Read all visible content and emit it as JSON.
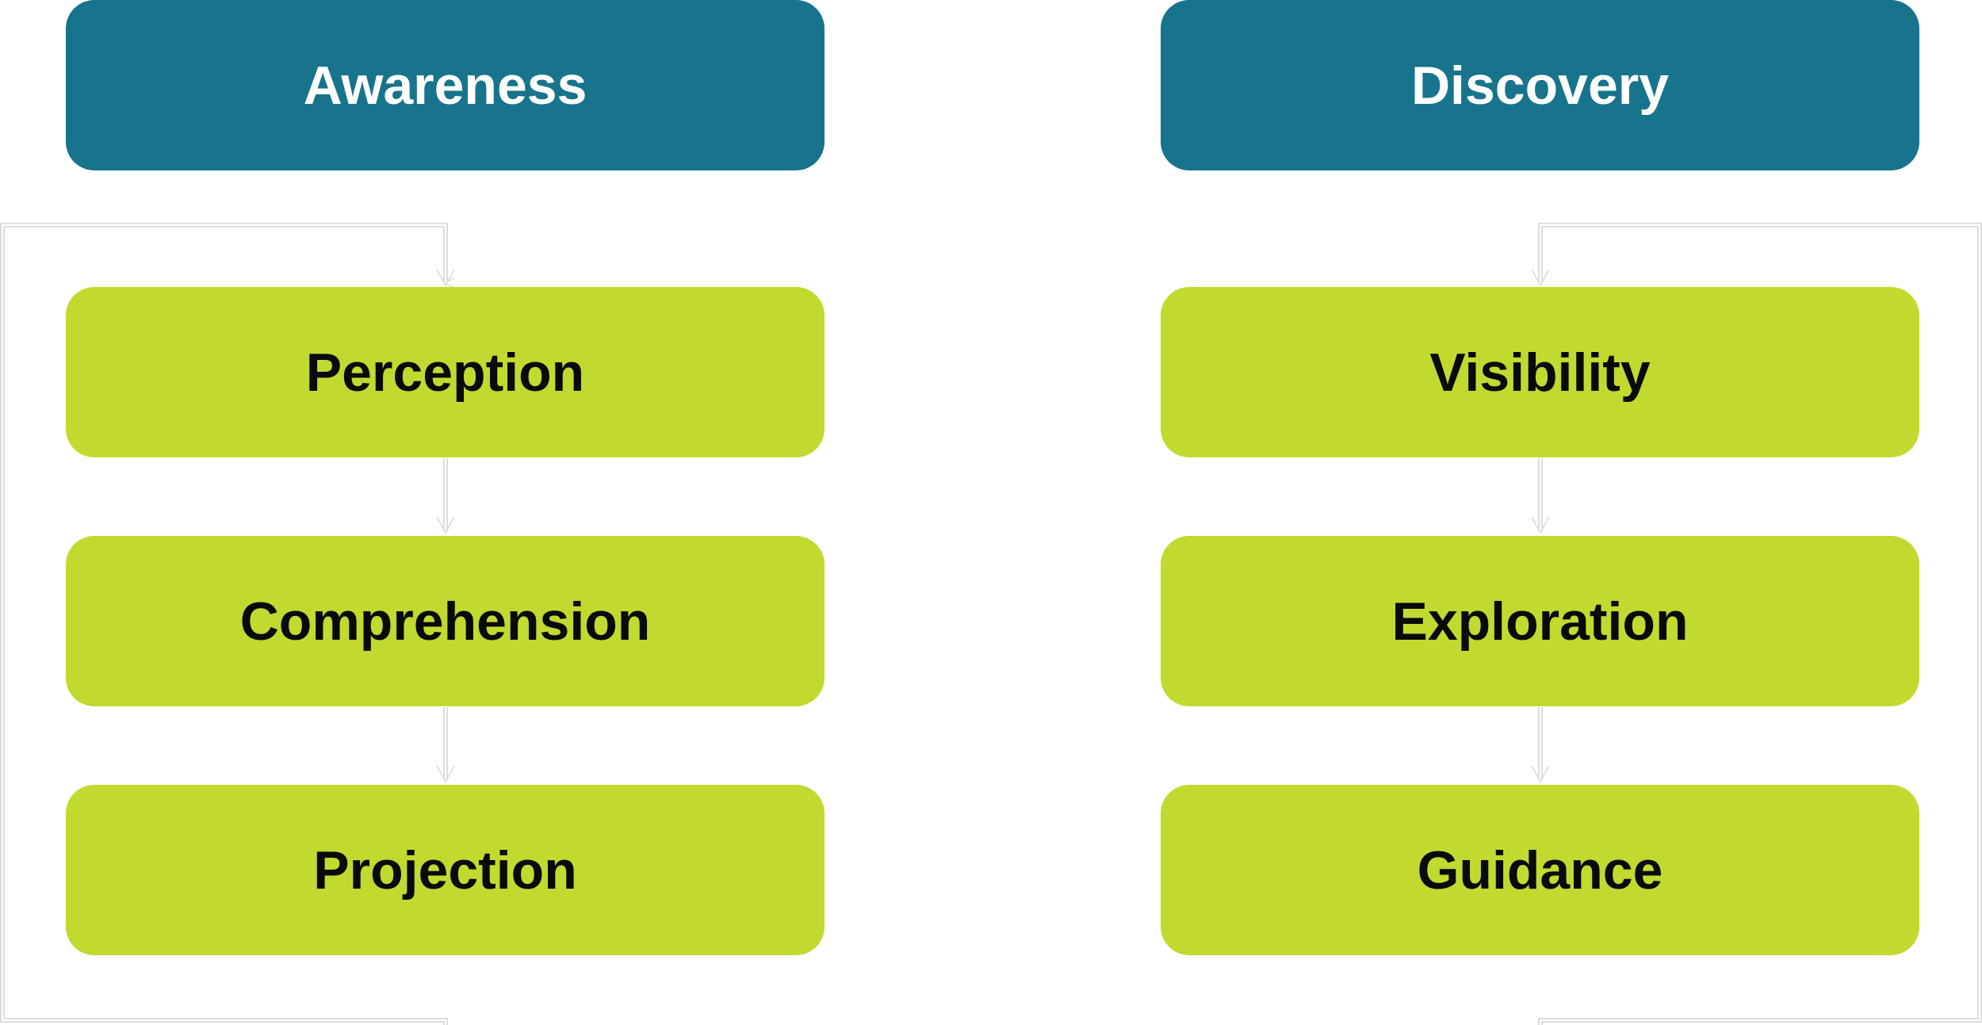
{
  "colors": {
    "header_fill": "#17748c",
    "step_fill": "#c2da2f",
    "connector": "#d9d9d9"
  },
  "columns": [
    {
      "header": "Awareness",
      "steps": [
        "Perception",
        "Comprehension",
        "Projection"
      ]
    },
    {
      "header": "Discovery",
      "steps": [
        "Visibility",
        "Exploration",
        "Guidance"
      ]
    }
  ]
}
